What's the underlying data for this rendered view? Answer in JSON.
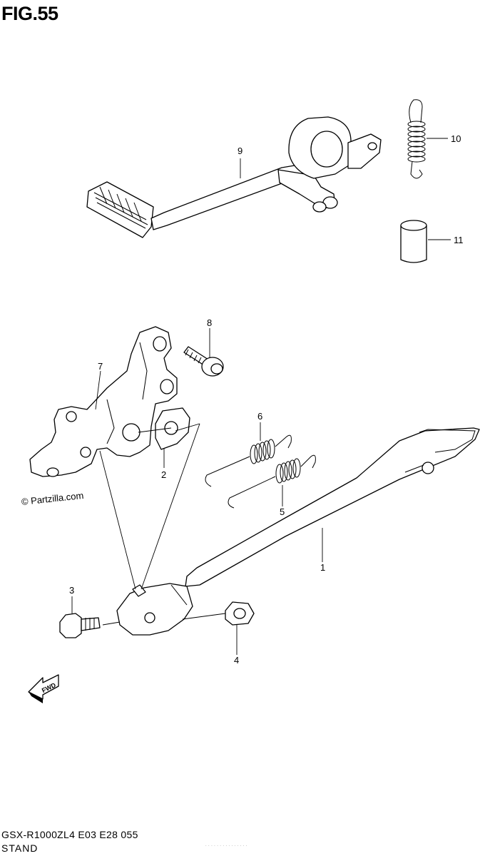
{
  "figure": {
    "title": "FIG.55",
    "model_line": "GSX-R1000ZL4  E03  E28  055",
    "section_name": "STAND",
    "watermark": "© Partzilla.com",
    "fine_print": "· · · · · · · · · · · · · · ·"
  },
  "arrow": {
    "label": "FWD"
  },
  "callouts": [
    {
      "number": "1",
      "part": "side-stand"
    },
    {
      "number": "2",
      "part": "bracket-washer"
    },
    {
      "number": "3",
      "part": "pivot-bolt"
    },
    {
      "number": "4",
      "part": "nut"
    },
    {
      "number": "5",
      "part": "spring-inner"
    },
    {
      "number": "6",
      "part": "spring-outer"
    },
    {
      "number": "7",
      "part": "stand-bracket"
    },
    {
      "number": "8",
      "part": "bracket-bolt"
    },
    {
      "number": "9",
      "part": "gearshift-lever"
    },
    {
      "number": "10",
      "part": "return-spring"
    },
    {
      "number": "11",
      "part": "bushing"
    }
  ]
}
